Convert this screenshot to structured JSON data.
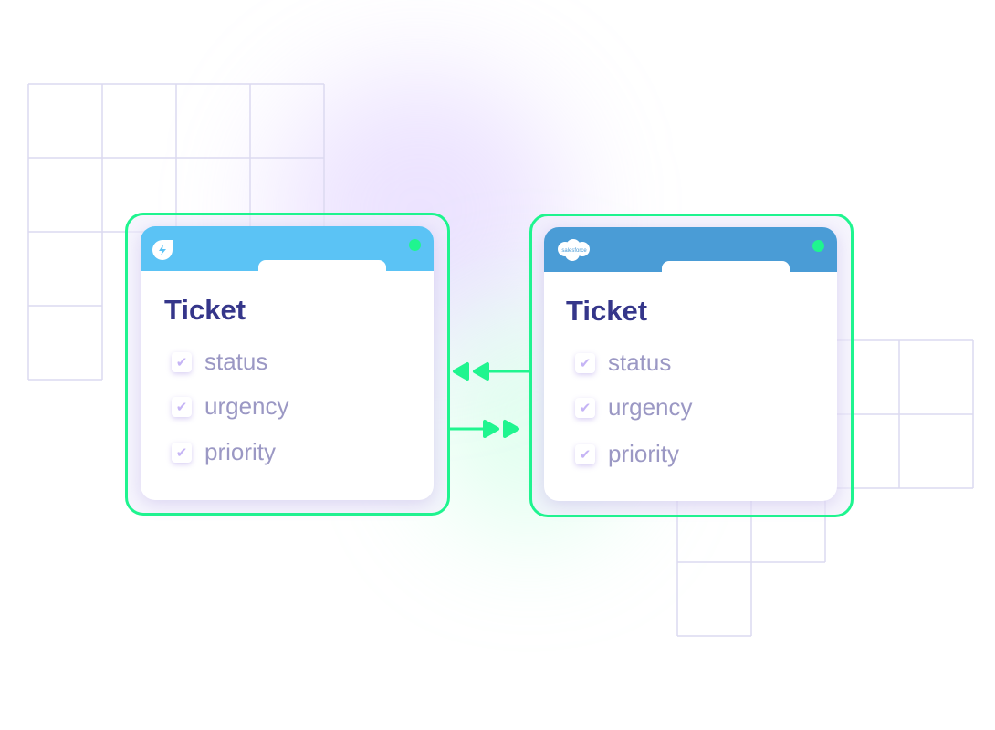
{
  "left_card": {
    "app_icon": "freshdesk-lightning-icon",
    "header_color": "#5bc3f5",
    "title": "Ticket",
    "fields": [
      "status",
      "urgency",
      "priority"
    ]
  },
  "right_card": {
    "app_icon": "salesforce-cloud-icon",
    "logo_text": "salesforce",
    "header_color": "#4a9cd6",
    "title": "Ticket",
    "fields": [
      "status",
      "urgency",
      "priority"
    ]
  },
  "colors": {
    "accent": "#1ff58f",
    "title": "#35368a",
    "field_text": "#9b98c4",
    "grid": "#dcdaf0"
  }
}
